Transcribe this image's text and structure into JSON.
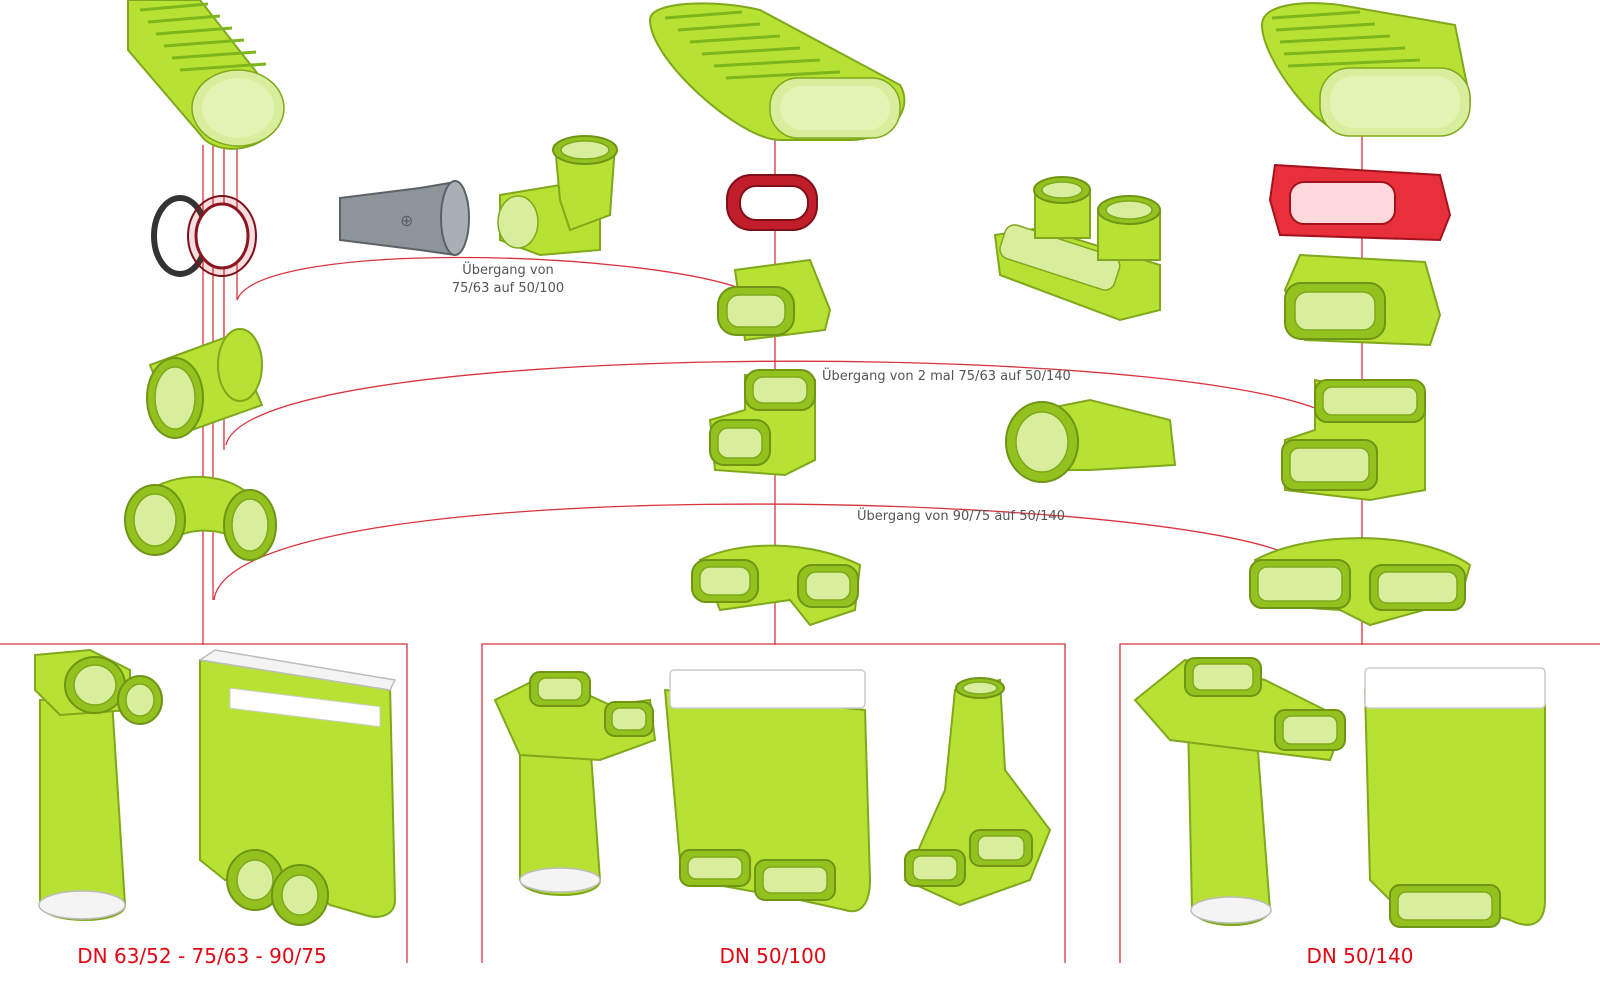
{
  "annotations": {
    "transition_1_line1": "Übergang von",
    "transition_1_line2": "75/63 auf 50/100",
    "transition_2": "Übergang von 2 mal 75/63 auf 50/140",
    "transition_3": "Übergang von 90/75 auf 50/140"
  },
  "captions": {
    "left": "DN 63/52 - 75/63 - 90/75",
    "middle": "DN 50/100",
    "right": "DN 50/140"
  },
  "colors": {
    "product_green": "#b7e233",
    "connector_line": "#d9343e",
    "caption_red": "#e30613",
    "seal_red": "#c21d2a"
  }
}
